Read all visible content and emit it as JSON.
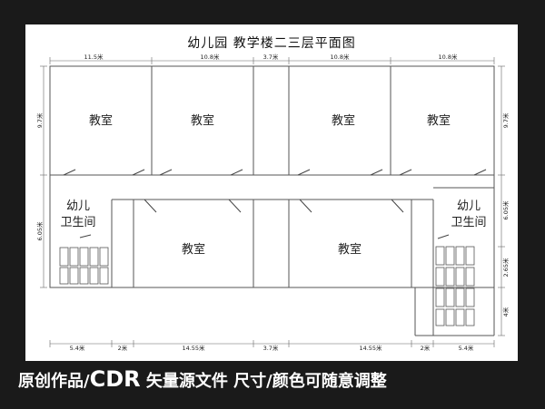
{
  "title": "幼儿园  教学楼二三层平面图",
  "rooms": {
    "classroom_1": "教室",
    "classroom_2": "教室",
    "classroom_3": "教室",
    "classroom_4": "教室",
    "classroom_5": "教室",
    "classroom_6": "教室",
    "restroom_left_l1": "幼儿",
    "restroom_left_l2": "卫生间",
    "restroom_right_l1": "幼儿",
    "restroom_right_l2": "卫生间"
  },
  "dimensions": {
    "top": [
      "11.5米",
      "10.8米",
      "3.7米",
      "10.8米",
      "10.8米"
    ],
    "bottom": [
      "5.4米",
      "2米",
      "14.55米",
      "3.7米",
      "14.55米",
      "2米",
      "5.4米"
    ],
    "left": [
      "9.7米",
      "6.05米"
    ],
    "right": [
      "9.7米",
      "6.05米",
      "2.65米",
      "4米"
    ]
  },
  "watermark": {
    "part1": "原创作品/",
    "part2": "CDR",
    "part3": " 矢量源文件  尺寸/颜色可随意调整"
  }
}
